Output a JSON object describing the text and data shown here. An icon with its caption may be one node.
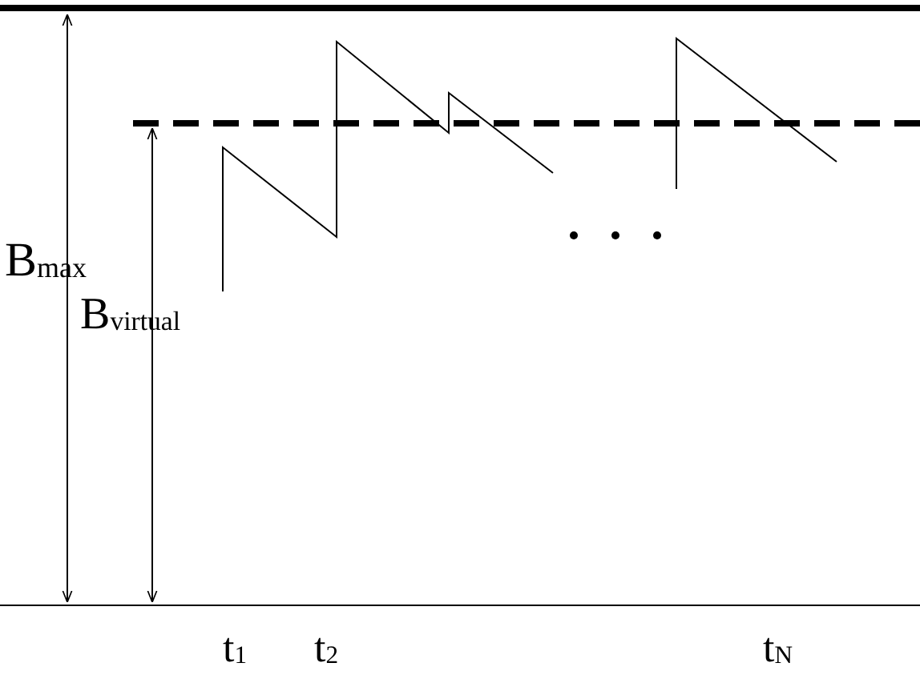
{
  "diagram": {
    "labels": [
      "B$_{max}$",
      "B$_{virtual}$",
      "t$_{1}$",
      "t$_{2}$",
      "t$_{N}$"
    ]
  }
}
